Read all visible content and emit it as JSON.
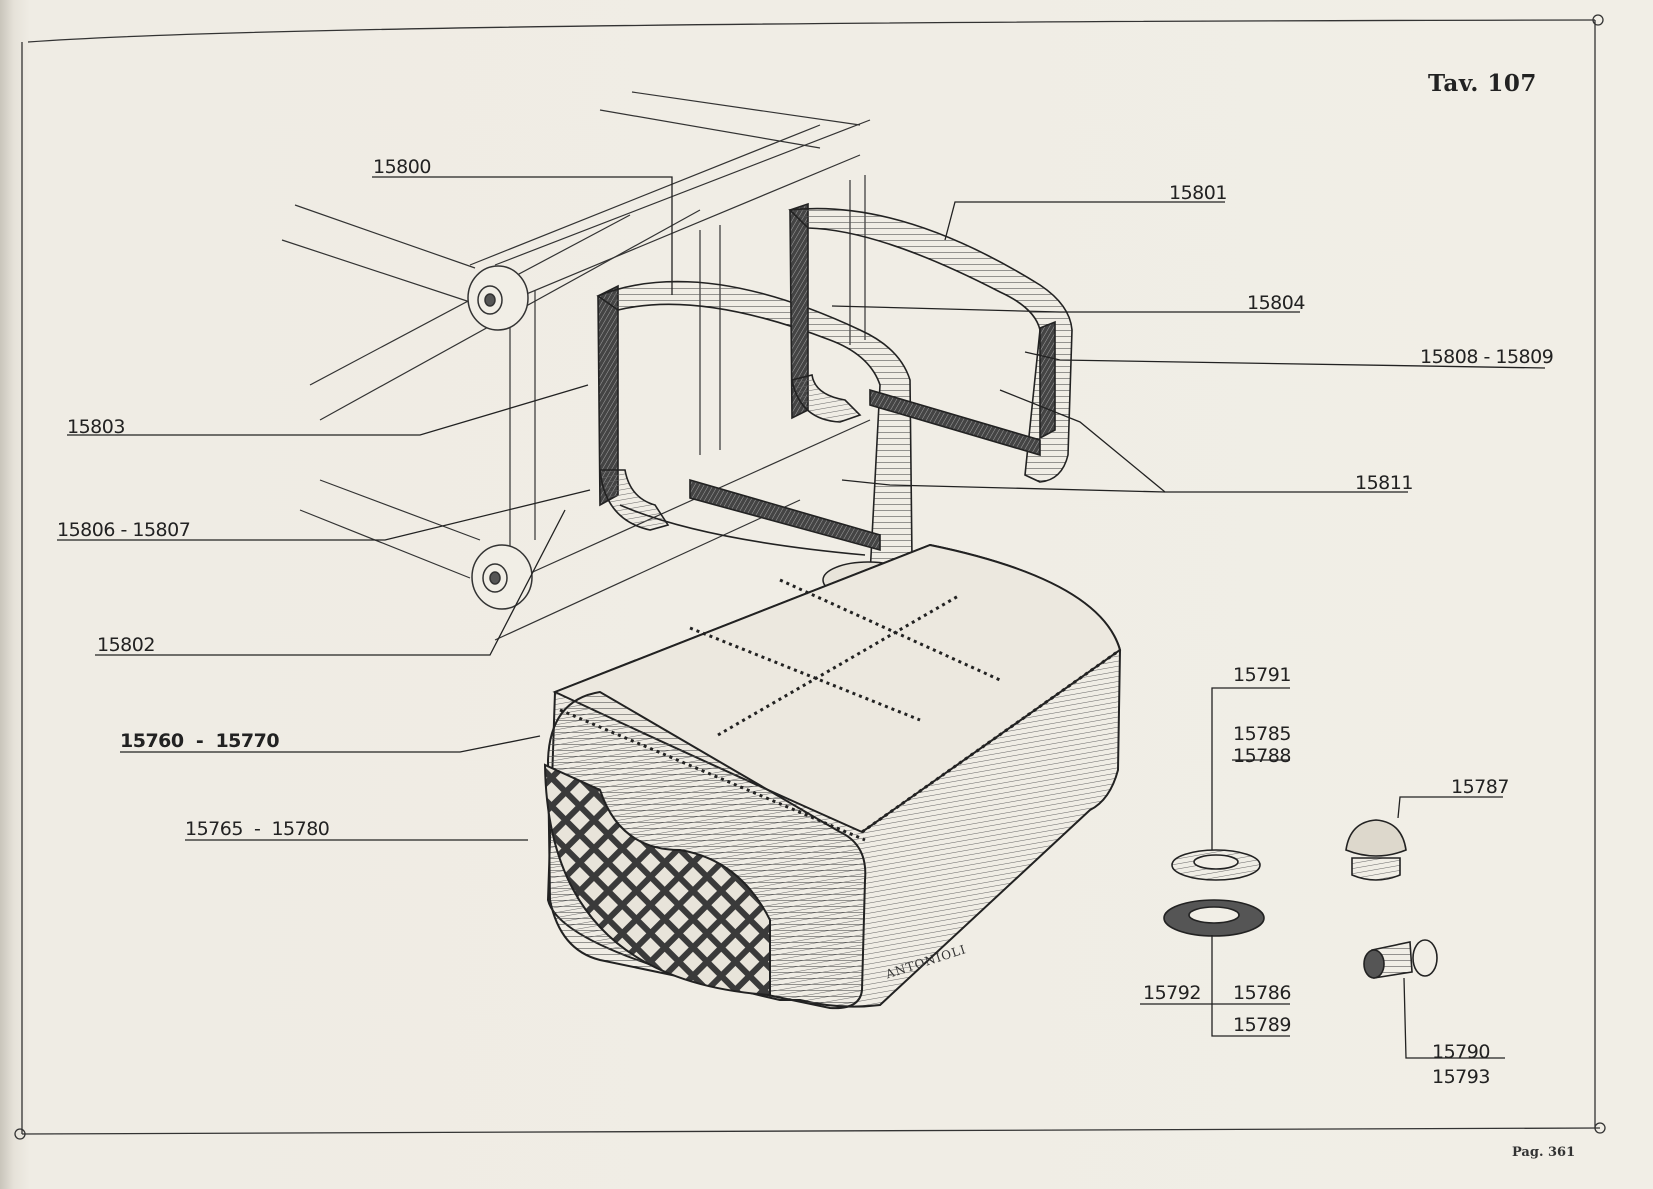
{
  "plate": {
    "title": "Tav. 107",
    "page": "Pag. 361",
    "signature": "ANTONIOLI"
  },
  "labels": {
    "l15800": "15800",
    "l15801": "15801",
    "l15804": "15804",
    "l15808_15809": "15808 - 15809",
    "l15803": "15803",
    "l15811": "15811",
    "l15806_15807": "15806 - 15807",
    "l15802": "15802",
    "l15760_15770": "15760  -  15770",
    "l15765_15780": "15765  -  15780",
    "l15791": "15791",
    "l15785": "15785",
    "l15788": "15788",
    "l15787": "15787",
    "l15792": "15792",
    "l15786": "15786",
    "l15789": "15789",
    "l15790": "15790",
    "l15793": "15793"
  },
  "colors": {
    "paper": "#f1eee6",
    "ink": "#222222"
  }
}
